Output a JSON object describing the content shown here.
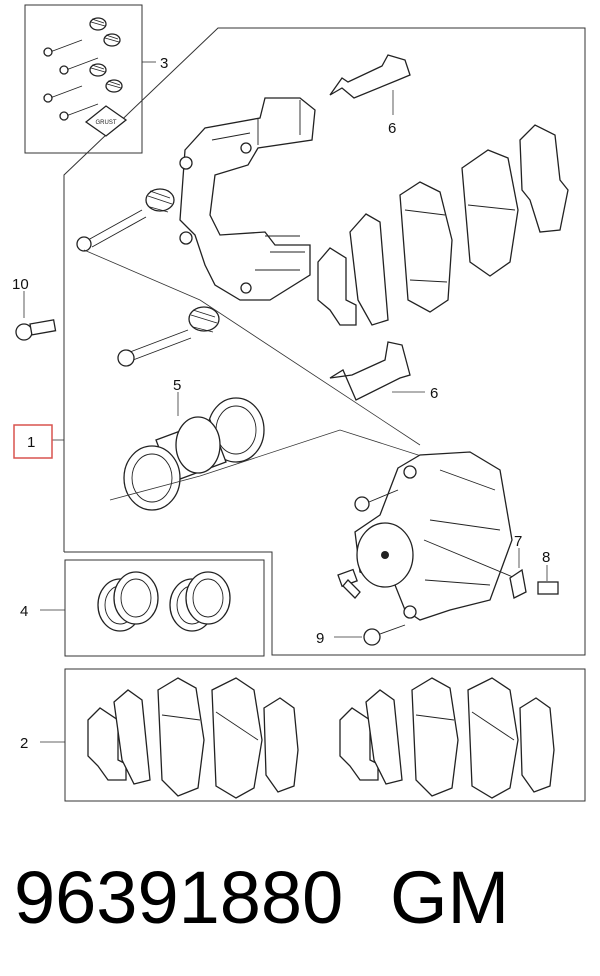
{
  "callouts": {
    "c1": "1",
    "c2": "2",
    "c3": "3",
    "c4": "4",
    "c5": "5",
    "c6a": "6",
    "c6b": "6",
    "c7": "7",
    "c8": "8",
    "c9": "9",
    "c10": "10"
  },
  "badge_text": "GRUST",
  "highlight_color": "#d9534f",
  "caption": {
    "part_number": "96391880",
    "brand": "GM"
  }
}
